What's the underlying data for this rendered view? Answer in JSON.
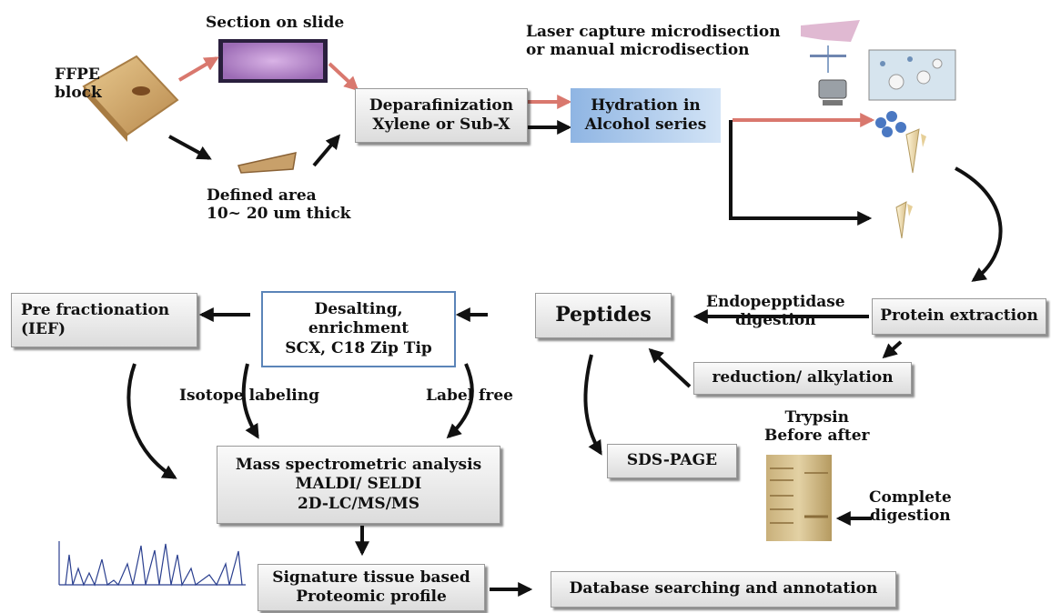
{
  "labels": {
    "ffpe_block": "FFPE\nblock",
    "section_on_slide": "Section on slide",
    "defined_area": "Defined area\n10~ 20 um thick",
    "laser_capture": "Laser capture microdisection\nor manual microdisection",
    "endopeptidase": "Endopepptidase\ndigestion",
    "isotope_labeling": "Isotope labeling",
    "label_free": "Label free",
    "trypsin": "Trypsin\nBefore after",
    "complete_digestion": "Complete\ndigestion"
  },
  "boxes": {
    "deparafinization": "Deparafinization\nXylene or Sub-X",
    "hydration": "Hydration in\nAlcohol series",
    "protein_extraction": "Protein extraction",
    "peptides": "Peptides",
    "reduction": "reduction/ alkylation",
    "desalting": "Desalting,\nenrichment\nSCX, C18 Zip Tip",
    "pre_fractionation": "Pre fractionation\n(IEF)",
    "mass_spec": "Mass spectrometric analysis\nMALDI/ SELDI\n2D-LC/MS/MS",
    "sds_page": "SDS-PAGE",
    "signature": "Signature tissue based\nProteomic profile",
    "database": "Database searching and annotation"
  },
  "colors": {
    "red_arrow": "#d9786e",
    "black_arrow": "#111111",
    "hydration_bg": "#b9d3ee",
    "desalting_border": "#5b84b8"
  }
}
